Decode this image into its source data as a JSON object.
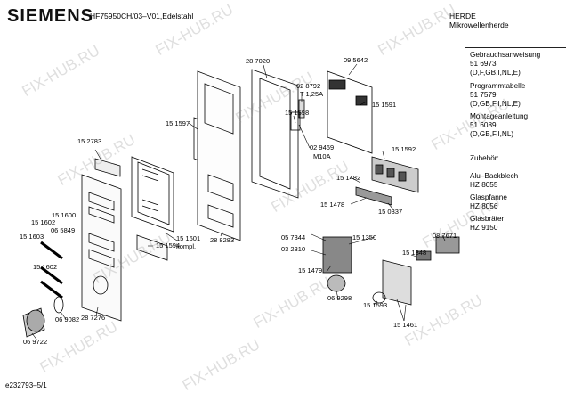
{
  "header": {
    "brand": "SIEMENS",
    "model": "HF75950CH/03–V01,Edelstahl",
    "category_line1": "HERDE",
    "category_line2": "Mikrowellenherde"
  },
  "sidebar": {
    "items": [
      {
        "line1": "Gebrauchsanweisung",
        "line2": "51 6973",
        "line3": "(D,F,GB,I,NL,E)"
      },
      {
        "line1": "Programmtabelle",
        "line2": "51 7579",
        "line3": "(D,GB,F,I,NL,E)"
      },
      {
        "line1": "Montageanleitung",
        "line2": "51 6089",
        "line3": "(D,GB,F,I,NL)"
      },
      {
        "line1": "Zubehör:",
        "line2": "",
        "line3": ""
      },
      {
        "line1": "Alu–Backblech",
        "line2": "HZ 8055",
        "line3": ""
      },
      {
        "line1": "Glaspfanne",
        "line2": "HZ 8056",
        "line3": ""
      },
      {
        "line1": "Glasbräter",
        "line2": "HZ 9150",
        "line3": ""
      }
    ]
  },
  "parts": [
    "28 7020",
    "09 5642",
    "02 8792",
    "T 1,25A",
    "15 1598",
    "15 1591",
    "15 1597",
    "15 2783",
    "02 9469",
    "M10A",
    "15 1592",
    "15 1482",
    "15 1478",
    "15 0337",
    "15 1600",
    "15 1602",
    "06 5849",
    "15 1601",
    "kompl.",
    "05 7344",
    "15 1350",
    "08 7671",
    "15 1603",
    "15 1602",
    "28 8283",
    "03 2310",
    "15 1594",
    "15 1348",
    "15 1479",
    "06 9298",
    "06 9082",
    "28 7276",
    "15 1593",
    "06 9722",
    "15 1461"
  ],
  "footer": {
    "code": "e232793–5/1"
  },
  "watermark": "FIX-HUB.RU"
}
